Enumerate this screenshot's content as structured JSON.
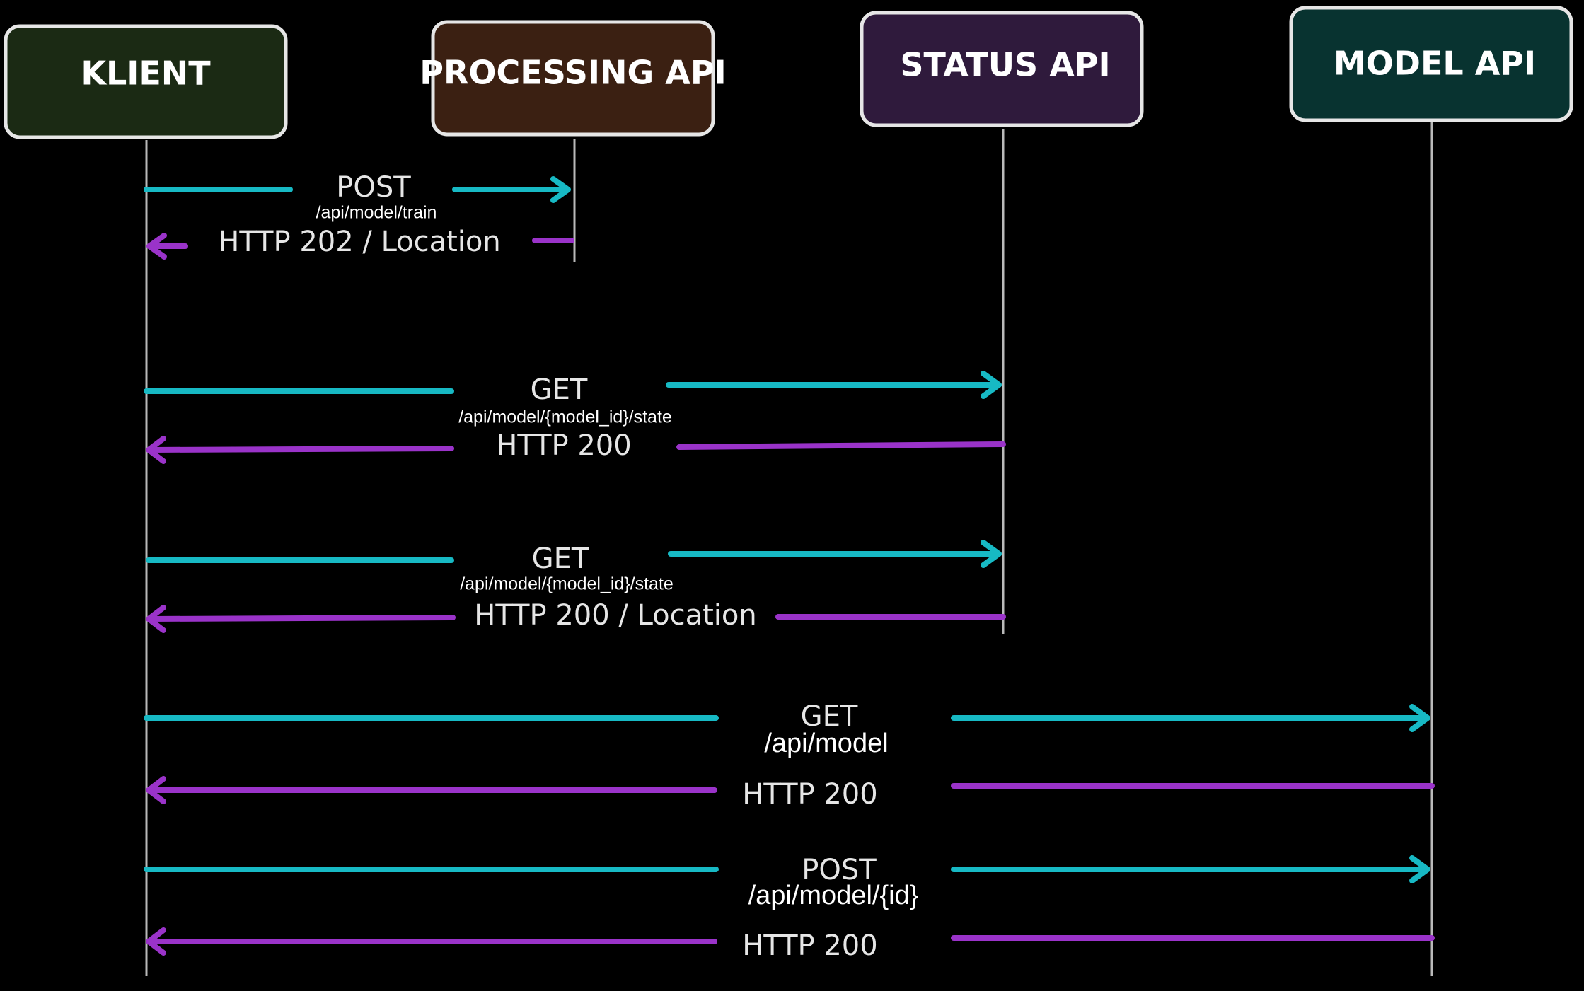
{
  "colors": {
    "request": "#17b9c4",
    "response": "#9a33c9",
    "lifeline": "#b9b9b9",
    "box_border": "#e6e6e6"
  },
  "participants": [
    {
      "id": "klient",
      "label": "KLIENT",
      "fill": "#1b2a14"
    },
    {
      "id": "processing",
      "label": "PROCESSING API",
      "fill": "#3b2012"
    },
    {
      "id": "status",
      "label": "STATUS API",
      "fill": "#2f1a3c"
    },
    {
      "id": "model",
      "label": "MODEL API",
      "fill": "#083330"
    }
  ],
  "messages": [
    {
      "kind": "request",
      "from": "klient",
      "to": "processing",
      "label": "POST",
      "path": "/api/model/train"
    },
    {
      "kind": "response",
      "from": "processing",
      "to": "klient",
      "label": "HTTP 202 / Location"
    },
    {
      "kind": "request",
      "from": "klient",
      "to": "status",
      "label": "GET",
      "path": "/api/model/{model_id}/state"
    },
    {
      "kind": "response",
      "from": "status",
      "to": "klient",
      "label": "HTTP 200"
    },
    {
      "kind": "request",
      "from": "klient",
      "to": "status",
      "label": "GET",
      "path": "/api/model/{model_id}/state"
    },
    {
      "kind": "response",
      "from": "status",
      "to": "klient",
      "label": "HTTP 200 / Location"
    },
    {
      "kind": "request",
      "from": "klient",
      "to": "model",
      "label": "GET",
      "path": "/api/model"
    },
    {
      "kind": "response",
      "from": "model",
      "to": "klient",
      "label": "HTTP 200"
    },
    {
      "kind": "request",
      "from": "klient",
      "to": "model",
      "label": "POST",
      "path": "/api/model/{id}"
    },
    {
      "kind": "response",
      "from": "model",
      "to": "klient",
      "label": "HTTP 200"
    }
  ]
}
